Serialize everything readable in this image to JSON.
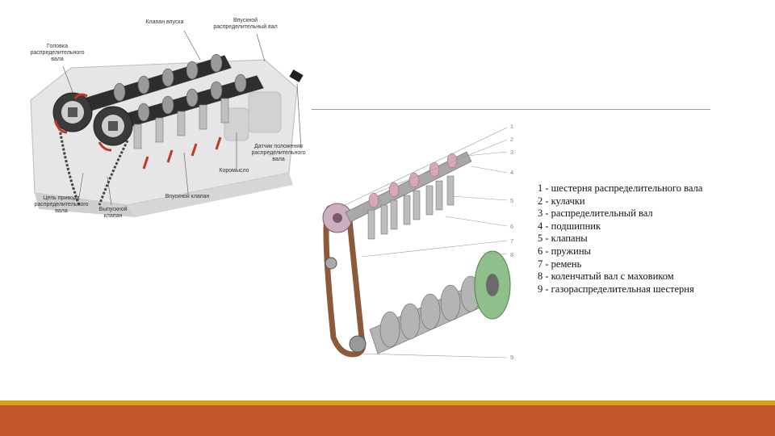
{
  "left_diagram": {
    "labels": {
      "top_a": "Клапан впуска",
      "top_b": "Впускной распределительный вал",
      "left_a": "Головка распределительного вала",
      "right_a": "Датчик положения распределительного вала",
      "right_b": "Коромысло",
      "bottom_a": "Цепь привода распределительного вала",
      "bottom_b": "Выпускной клапан",
      "bottom_c": "Впускной клапан"
    }
  },
  "right_diagram": {
    "numbers": [
      "1",
      "2",
      "3",
      "4",
      "5",
      "6",
      "7",
      "8",
      "9"
    ]
  },
  "legend": [
    "1 - шестерня распределительного вала",
    "2 - кулачки",
    "3 - распределительный вал",
    "4 - подшипник",
    "5 - клапаны",
    "6 - пружины",
    "7 - ремень",
    "8 - коленчатый вал с маховиком",
    "9 - газораспределительная шестерня"
  ],
  "colors": {
    "footer_bar": "#c0562a",
    "footer_stripe": "#d9a21a",
    "arrow_red": "#c0392b",
    "flywheel_green": "#8fbf8a",
    "belt_brown": "#8a5a3a"
  }
}
